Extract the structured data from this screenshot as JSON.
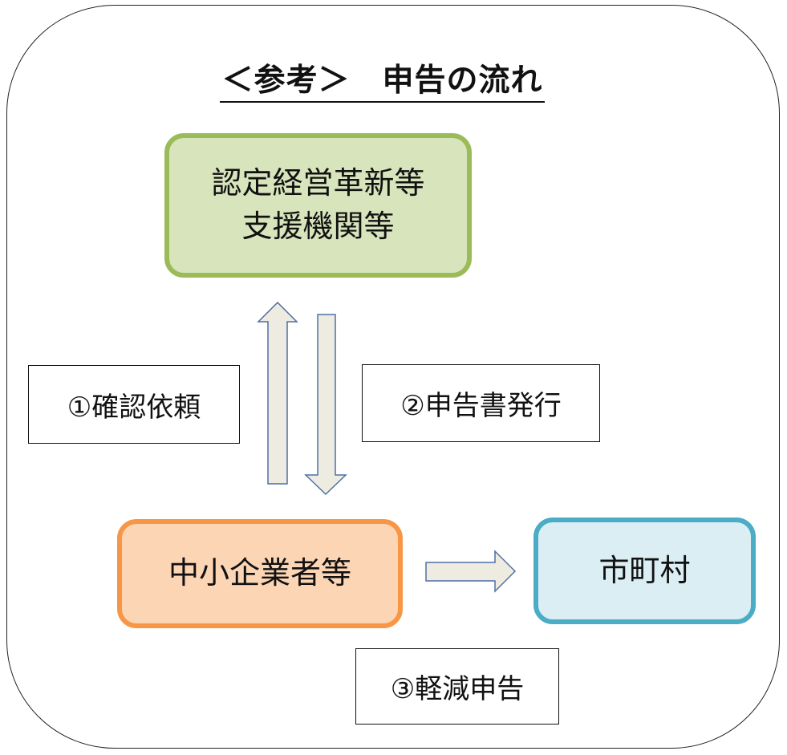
{
  "title": "＜参考＞　申告の流れ",
  "nodes": {
    "support_org": "認定経営革新等\n支援機関等",
    "sme": "中小企業者等",
    "municipality": "市町村"
  },
  "labels": {
    "request": "①確認依頼",
    "issue": "②申告書発行",
    "report": "③軽減申告"
  },
  "colors": {
    "support_org_fill": "#d8e4bc",
    "support_org_border": "#9bbb59",
    "sme_fill": "#fcd5b5",
    "sme_border": "#f79646",
    "municipality_fill": "#dbeef4",
    "municipality_border": "#4bacc6",
    "arrow_fill": "#eeece1",
    "arrow_stroke": "#4f6fa8"
  },
  "icons": {
    "up": "arrow-up-icon",
    "down": "arrow-down-icon",
    "right": "arrow-right-icon"
  }
}
